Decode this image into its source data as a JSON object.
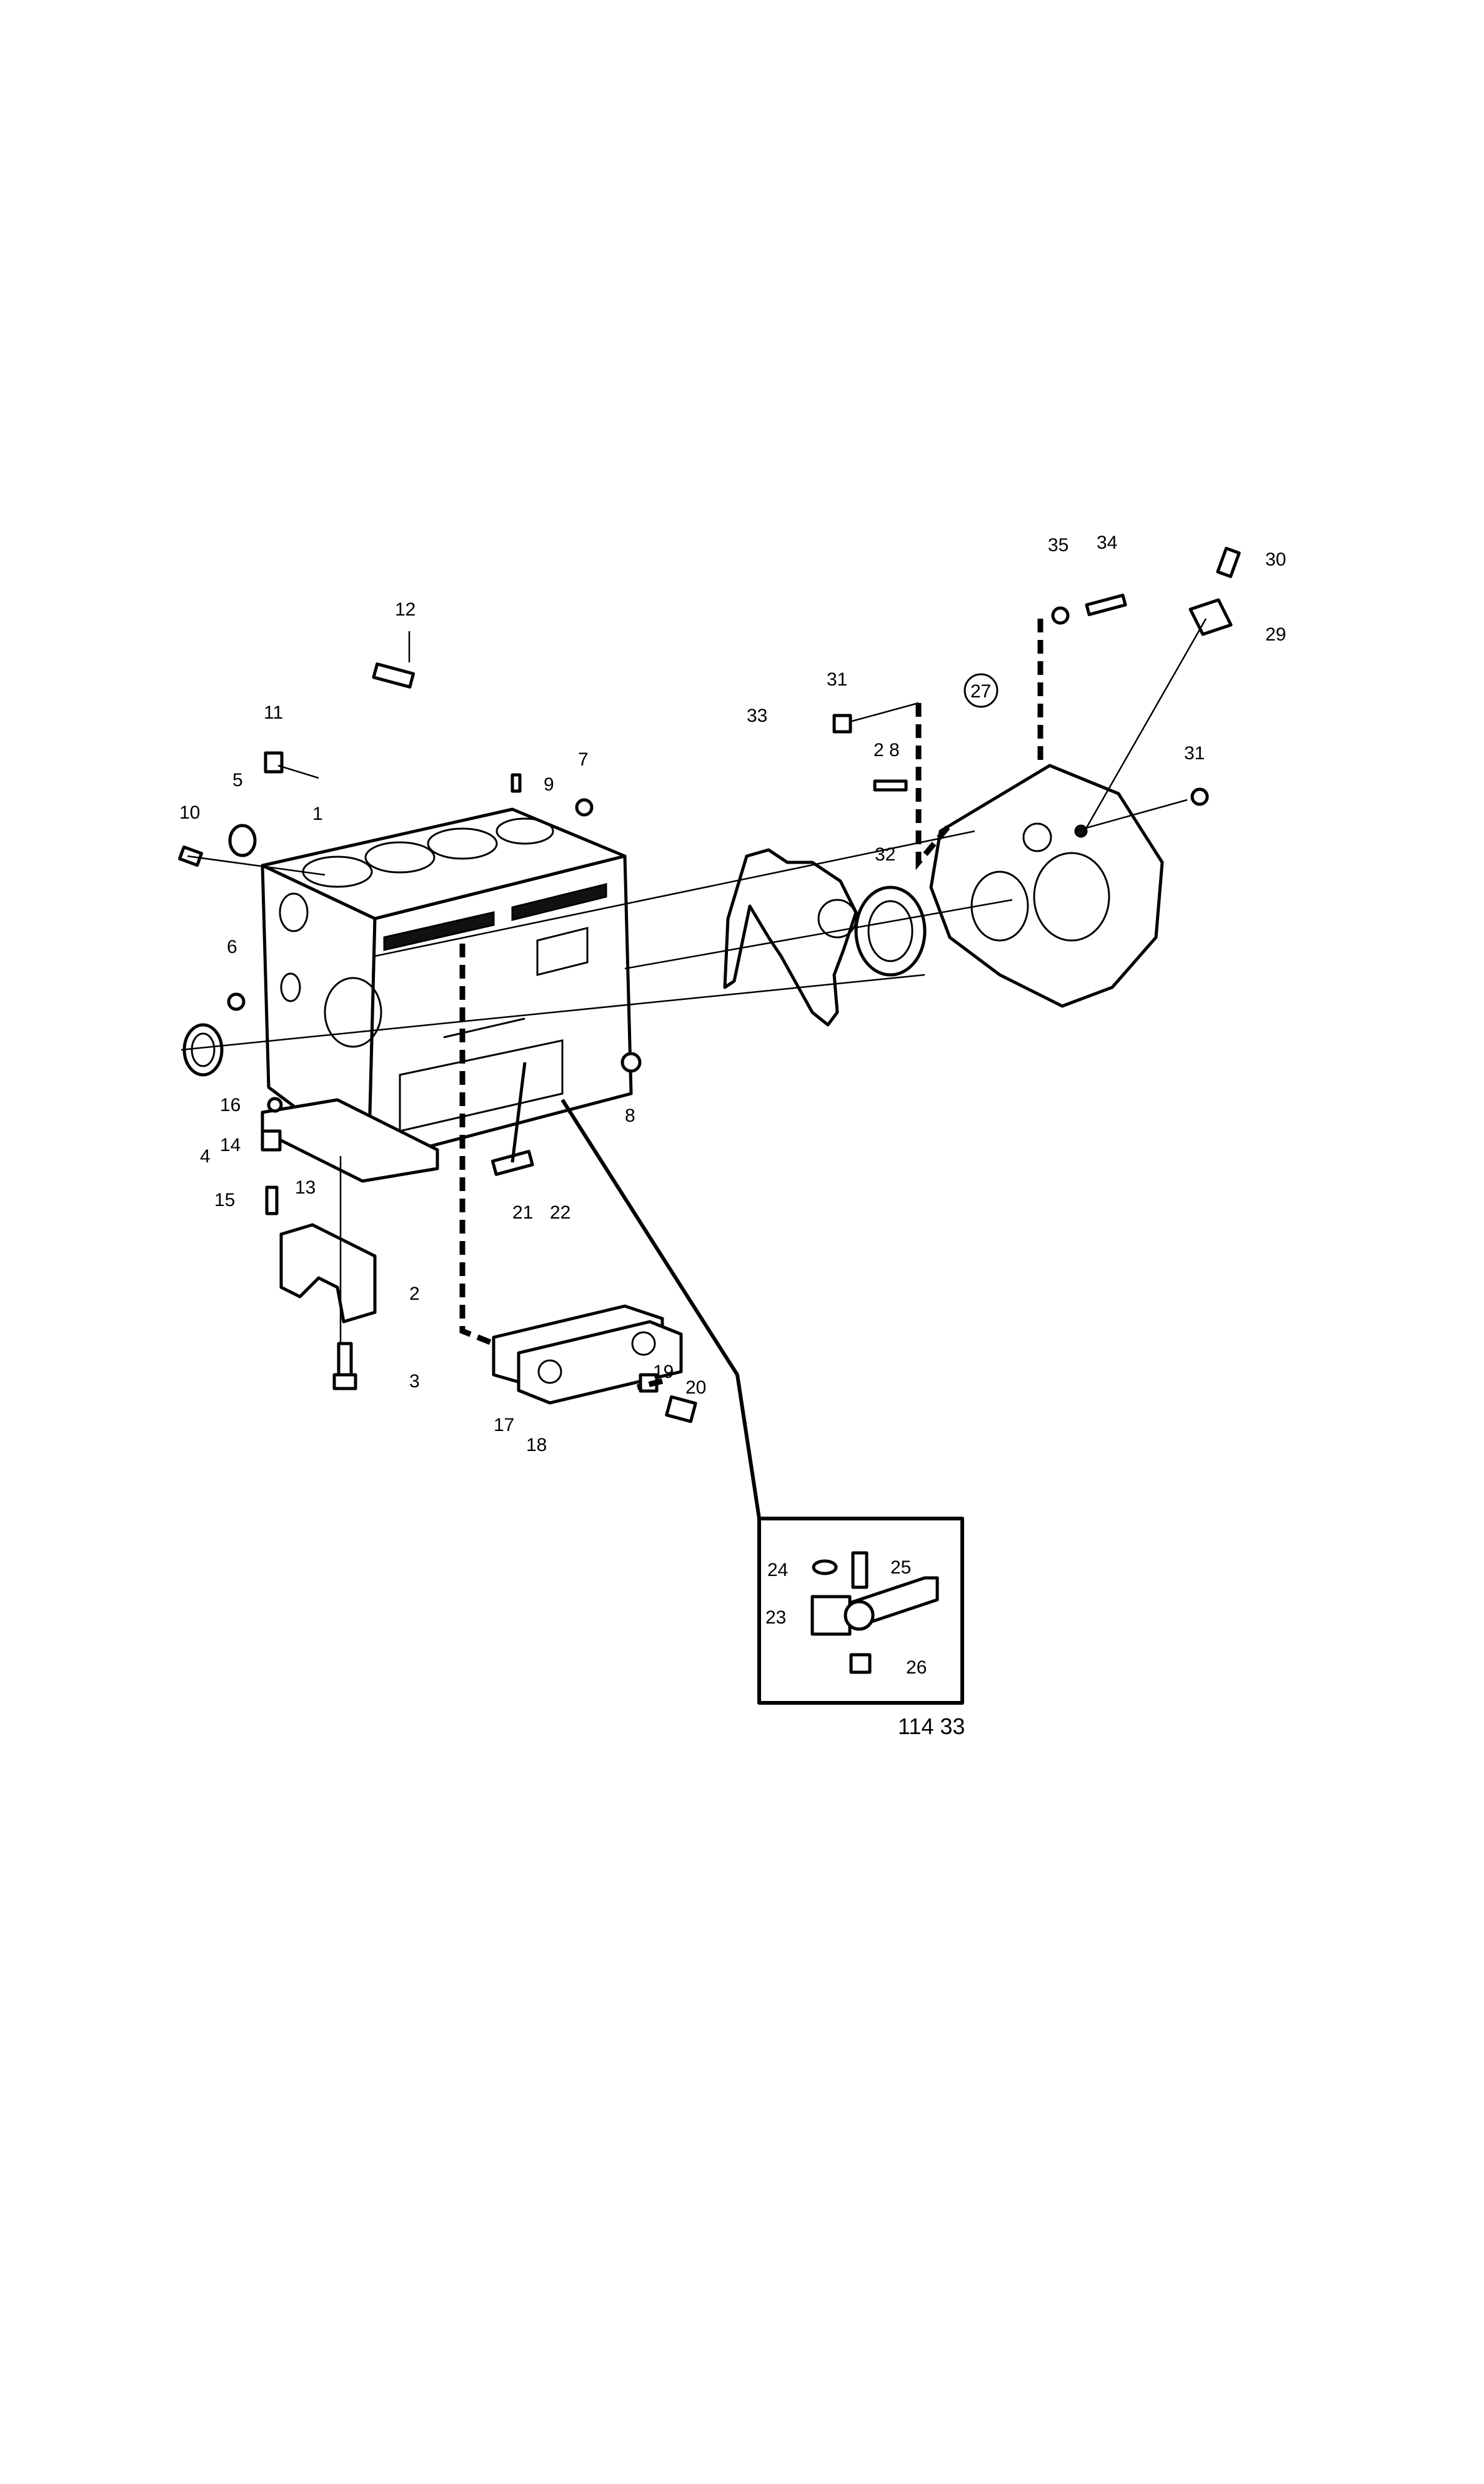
{
  "diagram_id": "114 33",
  "callouts": [
    {
      "id": "c1",
      "text": "1"
    },
    {
      "id": "c2",
      "text": "2"
    },
    {
      "id": "c3",
      "text": "3"
    },
    {
      "id": "c4",
      "text": "4"
    },
    {
      "id": "c5",
      "text": "5"
    },
    {
      "id": "c6",
      "text": "6"
    },
    {
      "id": "c7",
      "text": "7"
    },
    {
      "id": "c8",
      "text": "8"
    },
    {
      "id": "c9",
      "text": "9"
    },
    {
      "id": "c10",
      "text": "10"
    },
    {
      "id": "c11",
      "text": "11"
    },
    {
      "id": "c12",
      "text": "12"
    },
    {
      "id": "c13",
      "text": "13"
    },
    {
      "id": "c14",
      "text": "14"
    },
    {
      "id": "c15",
      "text": "15"
    },
    {
      "id": "c16",
      "text": "16"
    },
    {
      "id": "c17",
      "text": "17"
    },
    {
      "id": "c18",
      "text": "18"
    },
    {
      "id": "c19",
      "text": "19"
    },
    {
      "id": "c20",
      "text": "20"
    },
    {
      "id": "c21",
      "text": "21"
    },
    {
      "id": "c22",
      "text": "22"
    },
    {
      "id": "c23",
      "text": "23"
    },
    {
      "id": "c24",
      "text": "24"
    },
    {
      "id": "c25",
      "text": "25"
    },
    {
      "id": "c26",
      "text": "26"
    },
    {
      "id": "c27",
      "text": "27"
    },
    {
      "id": "c28",
      "text": "2 8"
    },
    {
      "id": "c29",
      "text": "29"
    },
    {
      "id": "c30",
      "text": "30"
    },
    {
      "id": "c31a",
      "text": "31"
    },
    {
      "id": "c31b",
      "text": "31"
    },
    {
      "id": "c32",
      "text": "32"
    },
    {
      "id": "c33",
      "text": "33"
    },
    {
      "id": "c34",
      "text": "34"
    },
    {
      "id": "c35",
      "text": "35"
    }
  ]
}
